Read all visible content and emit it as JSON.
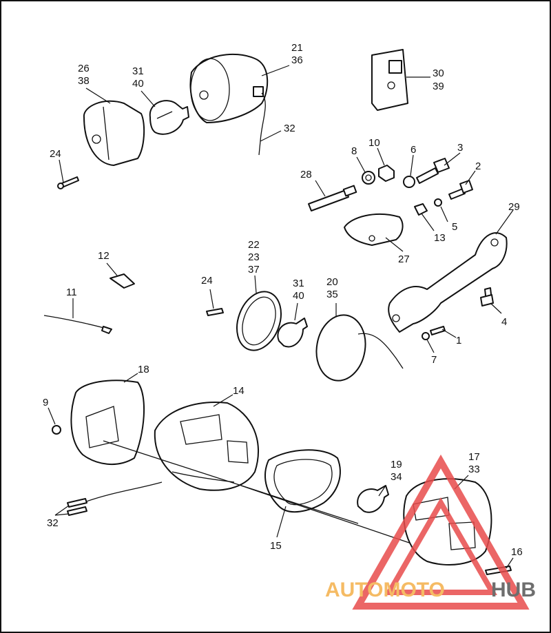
{
  "diagram": {
    "callouts": [
      {
        "id": "c-26-38",
        "lines": [
          "26",
          "38"
        ]
      },
      {
        "id": "c-31-40-top",
        "lines": [
          "31",
          "40"
        ]
      },
      {
        "id": "c-21-36",
        "lines": [
          "21",
          "36"
        ]
      },
      {
        "id": "c-30-39",
        "lines": [
          "30",
          "39"
        ]
      },
      {
        "id": "c-24-top",
        "lines": [
          "24"
        ]
      },
      {
        "id": "c-32-top",
        "lines": [
          "32"
        ]
      },
      {
        "id": "c-8",
        "lines": [
          "8"
        ]
      },
      {
        "id": "c-10",
        "lines": [
          "10"
        ]
      },
      {
        "id": "c-6",
        "lines": [
          "6"
        ]
      },
      {
        "id": "c-3",
        "lines": [
          "3"
        ]
      },
      {
        "id": "c-2",
        "lines": [
          "2"
        ]
      },
      {
        "id": "c-28",
        "lines": [
          "28"
        ]
      },
      {
        "id": "c-29",
        "lines": [
          "29"
        ]
      },
      {
        "id": "c-5",
        "lines": [
          "5"
        ]
      },
      {
        "id": "c-13",
        "lines": [
          "13"
        ]
      },
      {
        "id": "c-27",
        "lines": [
          "27"
        ]
      },
      {
        "id": "c-12",
        "lines": [
          "12"
        ]
      },
      {
        "id": "c-22-23-37",
        "lines": [
          "22",
          "23",
          "37"
        ]
      },
      {
        "id": "c-24-mid",
        "lines": [
          "24"
        ]
      },
      {
        "id": "c-31-40-mid",
        "lines": [
          "31",
          "40"
        ]
      },
      {
        "id": "c-20-35",
        "lines": [
          "20",
          "35"
        ]
      },
      {
        "id": "c-11",
        "lines": [
          "11"
        ]
      },
      {
        "id": "c-4",
        "lines": [
          "4"
        ]
      },
      {
        "id": "c-1",
        "lines": [
          "1"
        ]
      },
      {
        "id": "c-7",
        "lines": [
          "7"
        ]
      },
      {
        "id": "c-18",
        "lines": [
          "18"
        ]
      },
      {
        "id": "c-14",
        "lines": [
          "14"
        ]
      },
      {
        "id": "c-9",
        "lines": [
          "9"
        ]
      },
      {
        "id": "c-19-34",
        "lines": [
          "19",
          "34"
        ]
      },
      {
        "id": "c-17-33",
        "lines": [
          "17",
          "33"
        ]
      },
      {
        "id": "c-32-bottom",
        "lines": [
          "32"
        ]
      },
      {
        "id": "c-15",
        "lines": [
          "15"
        ]
      },
      {
        "id": "c-16",
        "lines": [
          "16"
        ]
      }
    ]
  },
  "watermark": {
    "word_part_1": "AUTOMOTO",
    "word_part_2": "HUB",
    "color_1": "#f4b04a",
    "color_2": "#555555",
    "triangle_color": "#e84c4c"
  }
}
